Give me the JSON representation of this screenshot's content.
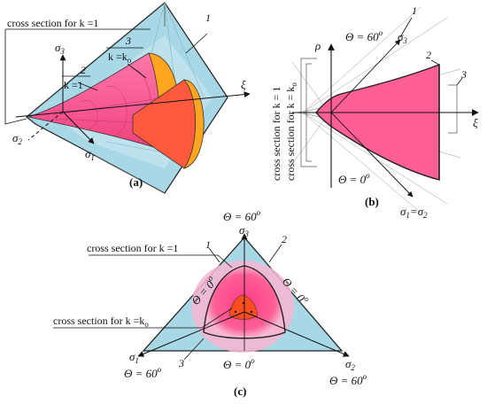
{
  "panel_a": {
    "caption": "(a)",
    "cross_section_k1": "cross section for k =1",
    "label_1": "1",
    "label_2": "2",
    "label_3": "3",
    "k_eq_1": "k =1",
    "k_eq_ko": "k =k",
    "ko_sub": "o",
    "sigma1": "σ",
    "sigma1_sub": "1",
    "sigma2": "σ",
    "sigma2_sub": "2",
    "sigma3": "σ",
    "sigma3_sub": "3",
    "xi": "ξ"
  },
  "panel_b": {
    "caption": "(b)",
    "rho": "ρ",
    "theta60": "Θ = 60",
    "theta0": "Θ = 0",
    "deg": "o",
    "sigma3": "σ",
    "sigma3_sub": "3",
    "xi": "ξ",
    "cross_k1": "cross section for k = 1",
    "cross_kk": "cross section for k = k",
    "ko_sub": "o",
    "label_1": "1",
    "label_2": "2",
    "label_3": "3",
    "sigma_eq": "σ",
    "sigma_eq_sub1": "1",
    "sigma_eq_mid": "=σ",
    "sigma_eq_sub2": "2"
  },
  "panel_c": {
    "caption": "(c)",
    "theta_top": "Θ = 60",
    "theta_bottom": "Θ = 0",
    "theta_left": "Θ = 60",
    "theta_right": "Θ = 60",
    "theta_side_left": "Θ = 0",
    "theta_side_right": "Θ = 0",
    "deg": "o",
    "cross_k1": "cross section for k =1",
    "cross_kk": "cross section for k =k",
    "ko_sub": "o",
    "label_1": "1",
    "label_2": "2",
    "label_3": "3",
    "sigma1": "σ",
    "sigma1_sub": "1",
    "sigma2": "σ",
    "sigma2_sub": "2",
    "sigma3": "σ",
    "sigma3_sub": "3"
  },
  "colors": {
    "blue_fill": "#a8d8e6",
    "blue_light": "#c9e9f0",
    "pink": "#ff5f96",
    "pink_light": "#f7b6d2",
    "orange": "#ffa51f",
    "red": "#ff4d1f",
    "edge": "#222222"
  }
}
